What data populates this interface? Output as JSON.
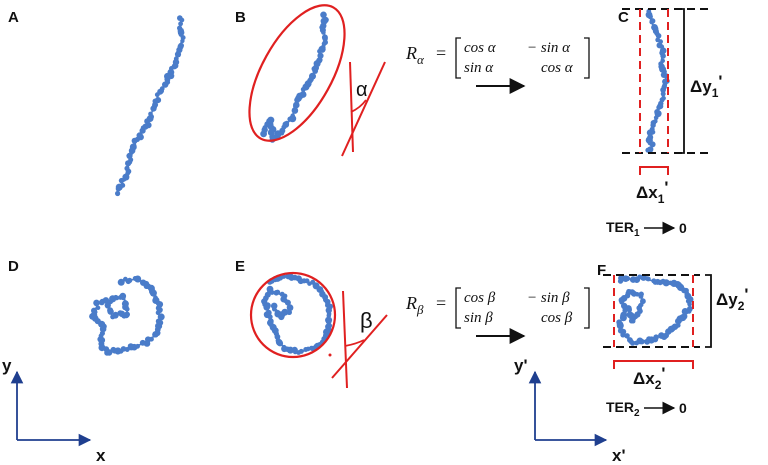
{
  "panels": {
    "a": "A",
    "b": "B",
    "c": "C",
    "d": "D",
    "e": "E",
    "f": "F"
  },
  "angles": {
    "alpha": "α",
    "beta": "β"
  },
  "matrices": {
    "alpha": {
      "lhs": "R",
      "sub": "α",
      "eq": "=",
      "r1c1": "cos α",
      "r1c2": "− sin α",
      "r2c1": "sin α",
      "r2c2": "cos α"
    },
    "beta": {
      "lhs": "R",
      "sub": "β",
      "eq": "=",
      "r1c1": "cos β",
      "r1c2": "− sin β",
      "r2c1": "sin β",
      "r2c2": "cos β"
    }
  },
  "measures": {
    "dy1": {
      "base": "Δy",
      "sub": "1",
      "prime": "'"
    },
    "dx1": {
      "base": "Δx",
      "sub": "1",
      "prime": "'"
    },
    "dy2": {
      "base": "Δy",
      "sub": "2",
      "prime": "'"
    },
    "dx2": {
      "base": "Δx",
      "sub": "2",
      "prime": "'"
    }
  },
  "ter": {
    "one": {
      "base": "TER",
      "sub": "1",
      "arrow": "⟶",
      "value": "0"
    },
    "two": {
      "base": "TER",
      "sub": "2",
      "arrow": "⟶",
      "value": "0"
    }
  },
  "axes": {
    "original": {
      "x": "x",
      "y": "y"
    },
    "rotated": {
      "x": "x'",
      "y": "y'"
    }
  },
  "colors": {
    "trajectory": "#4a7cc9",
    "annotation": "#e02020",
    "axis": "#1f3f8f",
    "box": "#111111"
  }
}
